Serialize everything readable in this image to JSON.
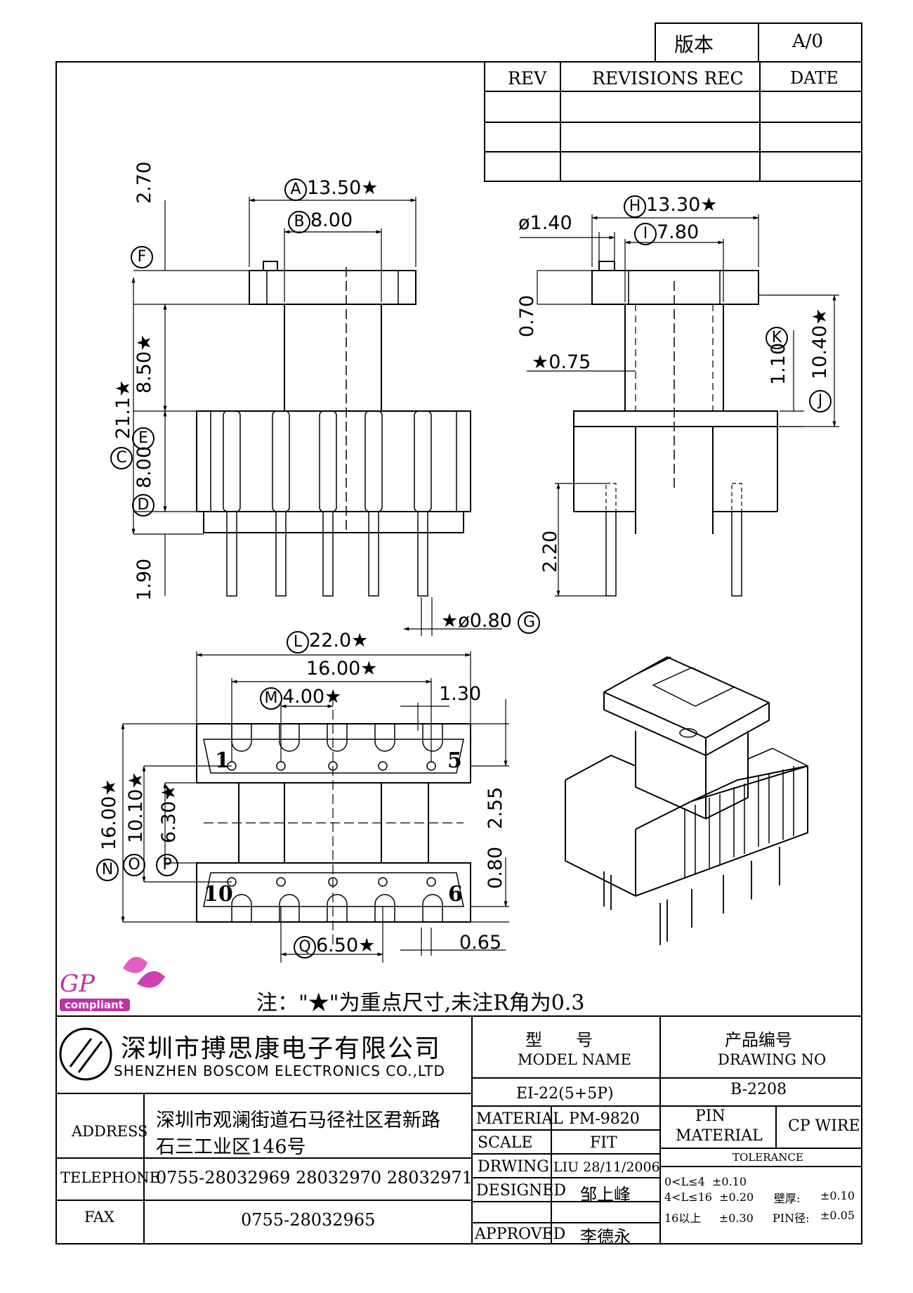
{
  "version_block": {
    "label": "版本",
    "value": "A/0"
  },
  "revision_table": {
    "headers": [
      "REV",
      "REVISIONS REC",
      "DATE"
    ]
  },
  "dimensions": {
    "A": "13.50",
    "B": "8.00",
    "F": "2.70",
    "C": "21.1",
    "E": "8.50",
    "D": "8.00",
    "pin_len_left": "1.90",
    "G": "0.80",
    "H": "13.30",
    "I": "7.80",
    "pin_d": "1.40",
    "dim_070": "0.70",
    "dim_075": "0.75",
    "K": "1.10",
    "J": "10.40",
    "dim_220": "2.20",
    "L": "22.0",
    "dim_1600_top": "16.00",
    "M": "4.00",
    "dim_130": "1.30",
    "N": "16.00",
    "O": "10.10",
    "P": "6.30",
    "dim_255": "2.55",
    "dim_080": "0.80",
    "Q": "6.50",
    "dim_065": "0.65"
  },
  "letters": [
    "A",
    "B",
    "F",
    "C",
    "E",
    "D",
    "G",
    "H",
    "I",
    "K",
    "J",
    "L",
    "M",
    "N",
    "O",
    "P",
    "Q"
  ],
  "pin_labels": {
    "p1": "1",
    "p5": "5",
    "p10": "10",
    "p6": "6"
  },
  "star": "★",
  "diameter": "ø",
  "note": "注：\"★\"为重点尺寸,未注R角为0.3",
  "logo": {
    "gp": "GP",
    "compliant": "compliant"
  },
  "company": {
    "name_cn": "深圳市搏思康电子有限公司",
    "name_en": "SHENZHEN BOSCOM ELECTRONICS CO.,LTD"
  },
  "title_block": {
    "model_label_cn": "型　　号",
    "model_label_en": "MODEL NAME",
    "drawing_label_cn": "产品编号",
    "drawing_label_en": "DRAWING NO",
    "model_value": "EI-22(5+5P)",
    "drawing_value": "B-2208",
    "address_label": "ADDRESS",
    "address_line1": "深圳市观澜街道石马径社区君新路",
    "address_line2": "石三工业区146号",
    "telephone_label": "TELEPHONE",
    "telephone_value": "0755-28032969 28032970 28032971",
    "fax_label": "FAX",
    "fax_value": "0755-28032965",
    "material_label": "MATERIAL",
    "material_value": "PM-9820",
    "pin_material_label1": "PIN",
    "pin_material_label2": "MATERIAL",
    "pin_material_value": "CP WIRE",
    "scale_label": "SCALE",
    "scale_value": "FIT",
    "tolerance_label": "TOLERANCE",
    "drwing_label": "DRWING",
    "drwing_value": "LIU 28/11/2006",
    "designed_label": "DESIGNED",
    "designed_value": "邹上峰",
    "approved_label": "APPROVED",
    "approved_value": "李德永",
    "tol_row1": "0<L≤4  ±0.10",
    "tol_row2": "4<L≤16  ±0.20",
    "tol_row3": "16以上     ±0.30",
    "wall_label": "壁厚:",
    "wall_value": "±0.10",
    "pin_dia_label": "PIN径:",
    "pin_dia_value": "±0.05"
  }
}
